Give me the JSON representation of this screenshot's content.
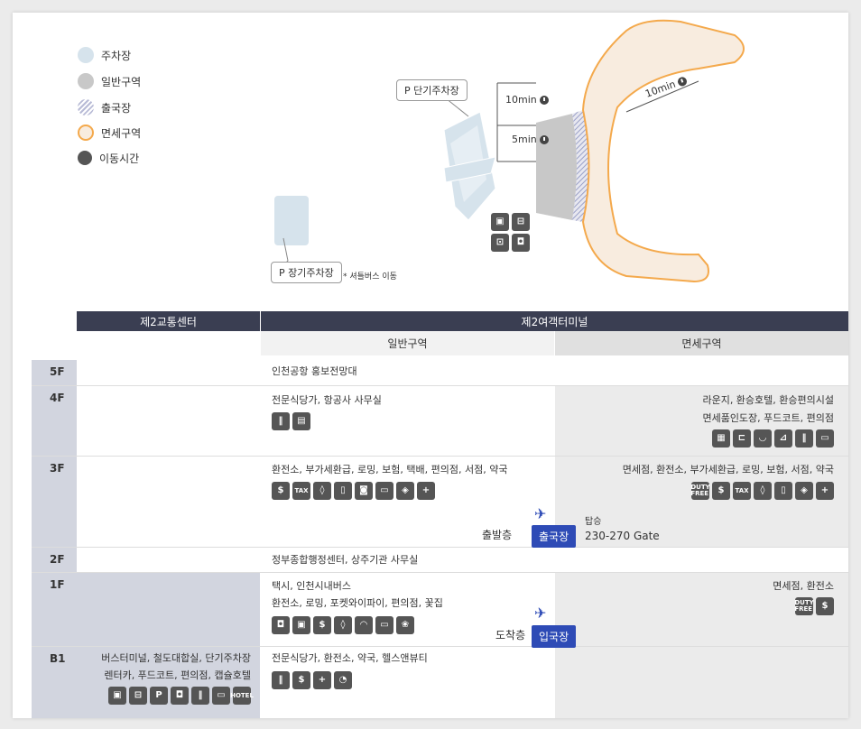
{
  "legend": [
    {
      "label": "주차장",
      "color": "#d6e3ec",
      "kind": "fill"
    },
    {
      "label": "일반구역",
      "color": "#c8c8c8",
      "kind": "fill"
    },
    {
      "label": "출국장",
      "color": "#b8bbd6",
      "kind": "hatch"
    },
    {
      "label": "면세구역",
      "color": "#f4a94c",
      "kind": "ring"
    },
    {
      "label": "이동시간",
      "color": "#555555",
      "kind": "clock"
    }
  ],
  "map": {
    "short_parking": "P 단기주차장",
    "long_parking": "P 장기주차장",
    "shuttle_note": "* 셔틀버스 이동",
    "time_10": "10min",
    "time_5": "5min",
    "time_arc": "10min"
  },
  "table": {
    "col_transport": "제2교통센터",
    "col_terminal": "제2여객터미널",
    "sub_general": "일반구역",
    "sub_dutyfree": "면세구역",
    "floors": {
      "f5": {
        "label": "5F",
        "general": "인천공항 홍보전망대"
      },
      "f4": {
        "label": "4F",
        "general": "전문식당가, 항공사 사무실",
        "dutyfree_1": "라운지, 환승호텔, 환승편의시설",
        "dutyfree_2": "면세품인도장, 푸드코트, 편의점"
      },
      "f3": {
        "label": "3F",
        "general": "환전소, 부가세환급, 로밍, 보험, 택배, 편의점, 서점, 약국",
        "dutyfree": "면세점, 환전소, 부가세환급, 로밍, 보험, 서점, 약국",
        "departure_floor": "출발층",
        "departure_badge": "출국장",
        "boarding": "탑승",
        "gates": "230-270 Gate"
      },
      "f2": {
        "label": "2F",
        "general": "정부종합행정센터, 상주기관 사무실"
      },
      "f1": {
        "label": "1F",
        "general_1": "택시, 인천시내버스",
        "general_2": "환전소, 로밍, 포켓와이파이, 편의점, 꽃집",
        "dutyfree": "면세점, 환전소",
        "arrival_floor": "도착층",
        "arrival_badge": "입국장"
      },
      "b1": {
        "label": "B1",
        "transport_1": "버스터미널, 철도대합실, 단기주차장",
        "transport_2": "렌터카, 푸드코트, 편의점, 캡슐호텔",
        "general": "전문식당가, 환전소, 약국, 헬스앤뷰티"
      }
    }
  },
  "icons": {
    "map_transport": [
      "bus-icon",
      "train-icon",
      "subway-icon",
      "taxi-icon"
    ],
    "f4_general": [
      "restaurant-icon",
      "office-icon"
    ],
    "f4_dutyfree": [
      "printer-icon",
      "hotel-bed-icon",
      "lounge-icon",
      "delivery-icon",
      "restaurant-icon",
      "store-icon"
    ],
    "f3_general": [
      "exchange-icon",
      "tax-refund-icon",
      "roaming-icon",
      "insurance-icon",
      "parcel-icon",
      "store-icon",
      "bookstore-icon",
      "pharmacy-icon"
    ],
    "f3_dutyfree": [
      "duty-free-icon",
      "exchange-icon",
      "tax-refund-icon",
      "roaming-icon",
      "insurance-icon",
      "bookstore-icon",
      "pharmacy-icon"
    ],
    "f1_general": [
      "taxi-icon",
      "bus-icon",
      "exchange-icon",
      "roaming-icon",
      "wifi-icon",
      "store-icon",
      "flower-icon"
    ],
    "f1_dutyfree": [
      "duty-free-icon",
      "exchange-icon"
    ],
    "b1_transport": [
      "bus-icon",
      "train-icon",
      "parking-icon",
      "rentacar-icon",
      "restaurant-icon",
      "store-icon",
      "capsule-hotel-icon"
    ],
    "b1_general": [
      "restaurant-icon",
      "exchange-icon",
      "pharmacy-icon",
      "beauty-icon"
    ]
  },
  "icon_text": {
    "tax": "TAX",
    "duty": "DUTY FREE",
    "parking": "P",
    "pharmacy": "+",
    "hotel": "HOTEL"
  },
  "colors": {
    "header": "#3a3e52",
    "accent": "#2e4bb6",
    "dutyfree_bg": "#ebebeb",
    "floor_bg": "#d2d5df",
    "transport_bg": "#d2d5df",
    "parking": "#d6e3ec",
    "orange": "#f4a94c"
  }
}
